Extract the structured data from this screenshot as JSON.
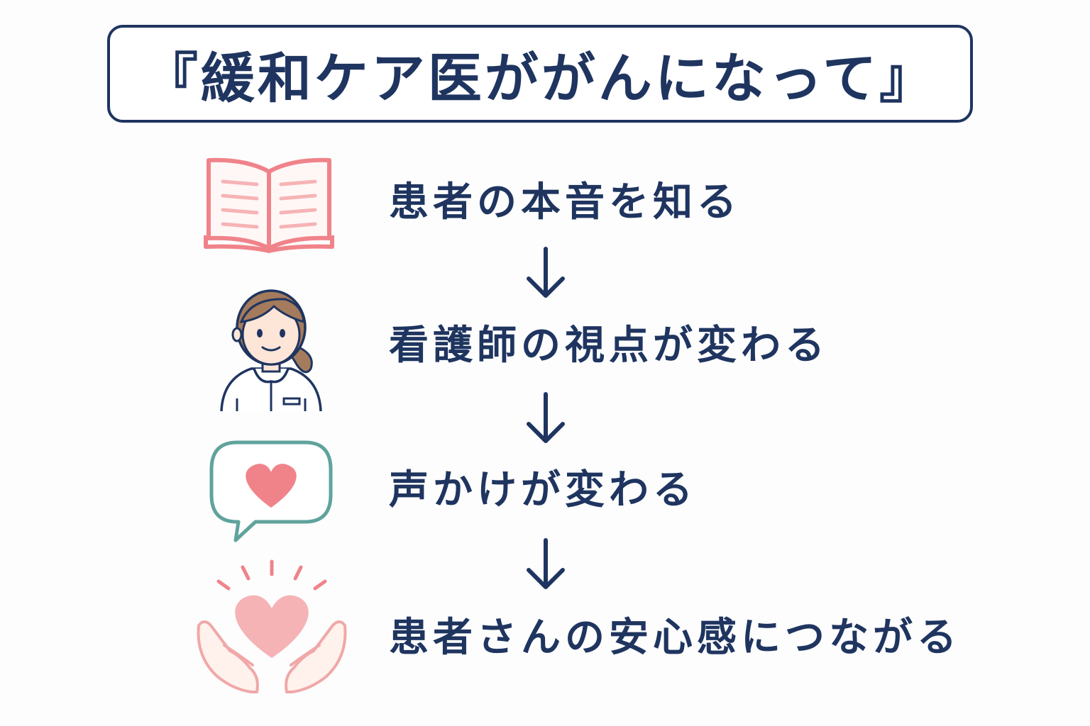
{
  "title": "『緩和ケア医ががんになって』",
  "steps": [
    {
      "text": "患者の本音を知る",
      "icon": "open-book-icon"
    },
    {
      "text": "看護師の視点が変わる",
      "icon": "nurse-icon"
    },
    {
      "text": "声かけが変わる",
      "icon": "speech-bubble-heart-icon"
    },
    {
      "text": "患者さんの安心感につながる",
      "icon": "hands-heart-icon"
    }
  ],
  "colors": {
    "navy": "#1f3560",
    "pink": "#f0838a",
    "pink_light": "#f6b3b5",
    "teal": "#5fa39c",
    "skin": "#fde5d8",
    "hair": "#a47b5c"
  }
}
